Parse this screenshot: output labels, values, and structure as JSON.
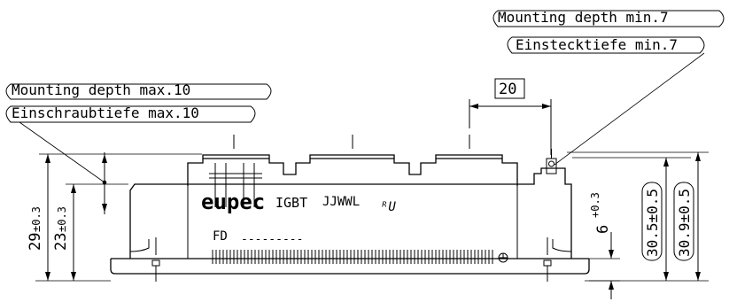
{
  "callouts": {
    "mounting_depth_min": "Mounting depth min.7",
    "einstecktiefe_min": "Einstecktiefe min.7",
    "mounting_depth_max": "Mounting depth max.10",
    "einschraubtiefe_max": "Einschraubtiefe max.10"
  },
  "dimensions": {
    "terminal_spacing": "20",
    "height_29": "29",
    "height_29_tol": "±0.3",
    "height_23": "23",
    "height_23_tol": "±0.3",
    "height_6": "6",
    "height_6_tol": "+0.3",
    "height_30_5": "30.5±0.5",
    "height_30_9": "30.9±0.5"
  },
  "marking": {
    "brand": "eupec",
    "type": "IGBT",
    "code": "JJWWL",
    "ul_mark": "ᴿU",
    "fd_label": "FD",
    "fd_blank": "---------"
  }
}
